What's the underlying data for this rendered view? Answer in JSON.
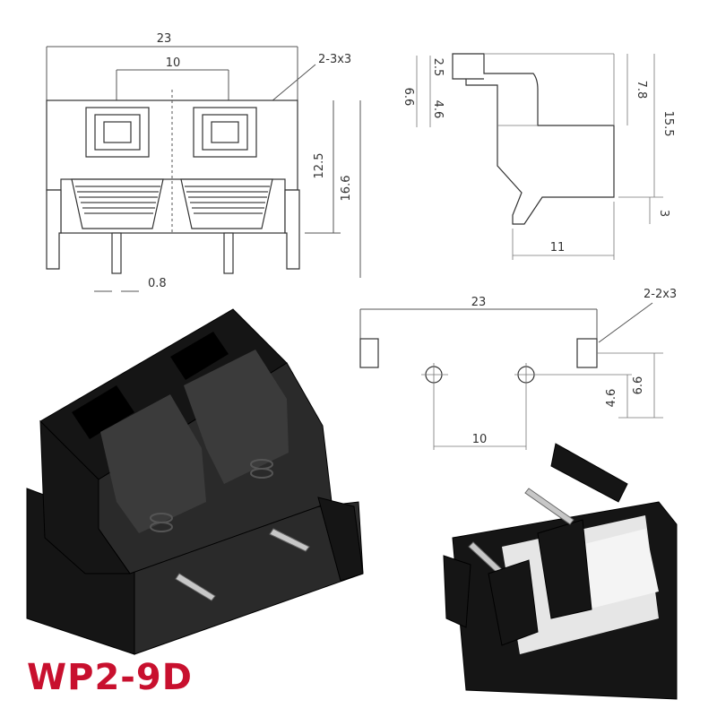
{
  "front_view": {
    "overall_width": "23",
    "terminal_pitch": "10",
    "hole_note": "2-3x3",
    "height_inner": "12.5",
    "height_total": "16.6",
    "pin_width": "0.8"
  },
  "side_view": {
    "dim_a": "2.5",
    "dim_b": "4.6",
    "dim_c": "6.6",
    "dim_d": "7.8",
    "dim_e": "15.5",
    "dim_f": "3",
    "dim_g": "11"
  },
  "pcb_footprint": {
    "overall_width": "23",
    "slot_note": "2-2x3",
    "dim_a": "4.6",
    "dim_b": "6.6",
    "hole_pitch": "10"
  },
  "model_label": "WP2-9D",
  "colors": {
    "model_label": "#c8102e",
    "body": "#151515"
  }
}
